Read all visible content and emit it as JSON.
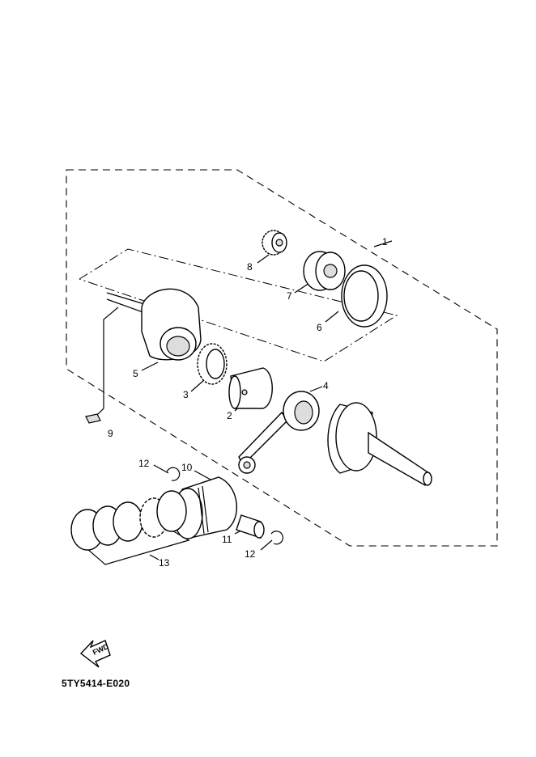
{
  "diagram_code": "5TY5414-E020",
  "fwd_label": "FWD",
  "callouts": [
    "1",
    "2",
    "3",
    "4",
    "5",
    "6",
    "7",
    "8",
    "9",
    "10",
    "11",
    "12",
    "12",
    "13"
  ]
}
